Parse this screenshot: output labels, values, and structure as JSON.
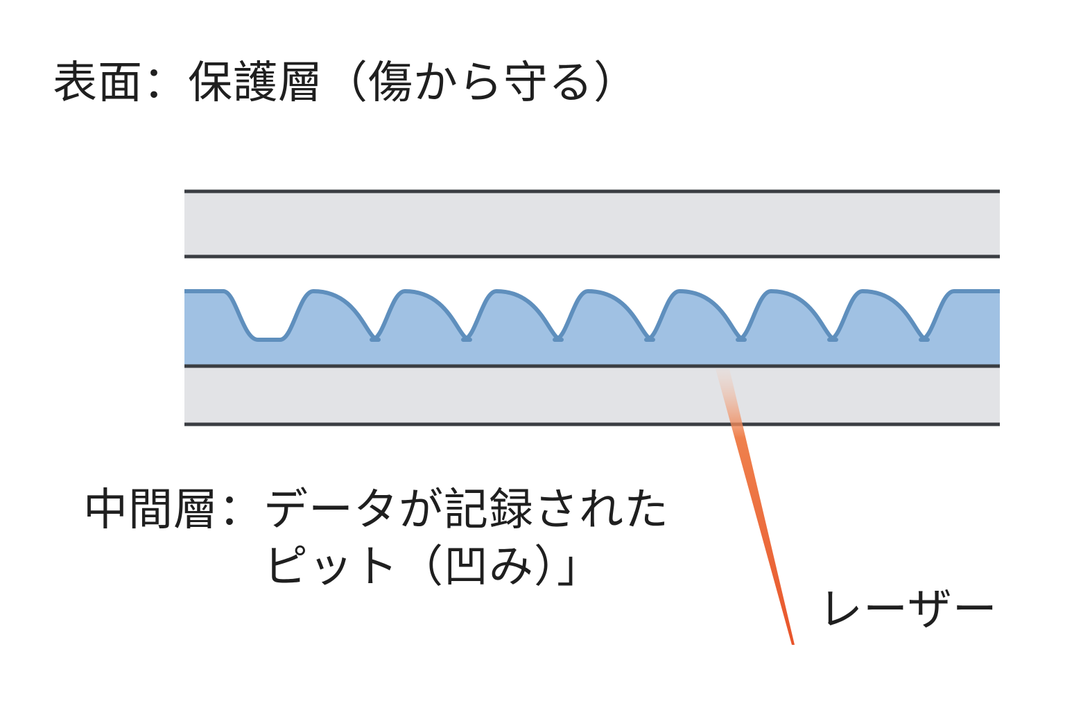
{
  "labels": {
    "surface": "表面：保護層（傷から守る）",
    "middle_line1": "中間層：データが記録された",
    "middle_line2": "ピット（凹み）」",
    "laser": "レーザー"
  },
  "colors": {
    "protective_fill": "#e2e3e6",
    "layer_border": "#3a3d42",
    "data_fill": "#a0c1e3",
    "data_stroke": "#5f8fbd",
    "laser": "#e8542a"
  },
  "pits": {
    "count": 8
  }
}
